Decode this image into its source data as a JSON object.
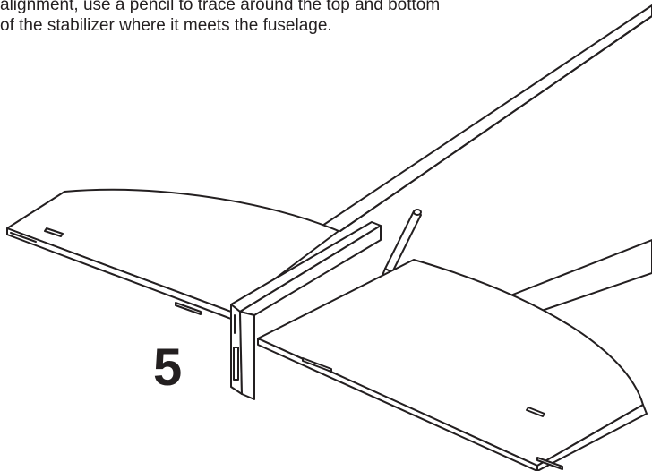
{
  "instruction": {
    "line1": "alignment, use a pencil to trace around the top and bottom",
    "line2": "of the stabilizer where it meets the fuselage."
  },
  "step_number": "5",
  "colors": {
    "ink": "#231f20",
    "paper": "#ffffff"
  }
}
